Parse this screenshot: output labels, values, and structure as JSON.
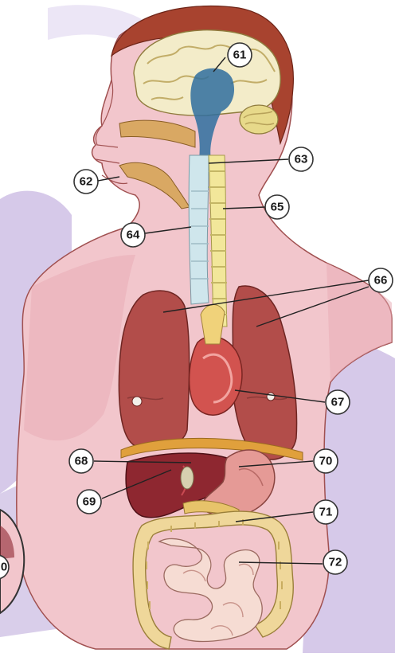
{
  "colors": {
    "skin": "#f2c6cc",
    "skin_shade": "#e7a9b3",
    "background_wash": "#c8b7e2",
    "hair": "#a8432f",
    "brain": "#f3ecc9",
    "brain_fold": "#d9c98f",
    "ventricle": "#2f6f9f",
    "lung": "#b24d4a",
    "lung_dark": "#8c3a38",
    "liver": "#8e2730",
    "stomach": "#e59a96",
    "intestine_small": "#f6dcd3",
    "intestine_large": "#efd79a",
    "spine": "#f2e79a",
    "trachea": "#cfe6ec",
    "heart": "#d2534f",
    "nasal": "#d9a863"
  },
  "icons": [
    "brain-organ",
    "lung-organ",
    "heart-organ",
    "liver-organ",
    "stomach-organ",
    "intestine-organ"
  ],
  "callouts": [
    {
      "id": "c61",
      "label": "61"
    },
    {
      "id": "c62",
      "label": "62"
    },
    {
      "id": "c63",
      "label": "63"
    },
    {
      "id": "c64",
      "label": "64"
    },
    {
      "id": "c65",
      "label": "65"
    },
    {
      "id": "c66",
      "label": "66"
    },
    {
      "id": "c67",
      "label": "67"
    },
    {
      "id": "c68",
      "label": "68"
    },
    {
      "id": "c69",
      "label": "69"
    },
    {
      "id": "c70",
      "label": "70"
    },
    {
      "id": "c71",
      "label": "71"
    },
    {
      "id": "c72",
      "label": "72"
    },
    {
      "id": "c60",
      "label": "0"
    }
  ]
}
